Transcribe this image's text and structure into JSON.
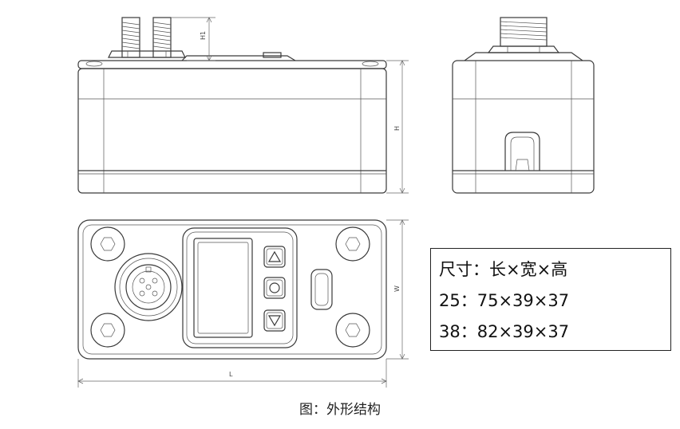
{
  "dimensions": {
    "h1_label": "H1",
    "h_label": "H",
    "w_label": "W",
    "l_label": "L"
  },
  "specs": {
    "title": "尺寸：长×宽×高",
    "rows": [
      "25：75×39×37",
      "38：82×39×37"
    ]
  },
  "caption": "图：外形结构",
  "icons": {
    "up_button": "triangle-up-icon",
    "center_button": "circle-icon",
    "down_button": "triangle-down-icon"
  }
}
